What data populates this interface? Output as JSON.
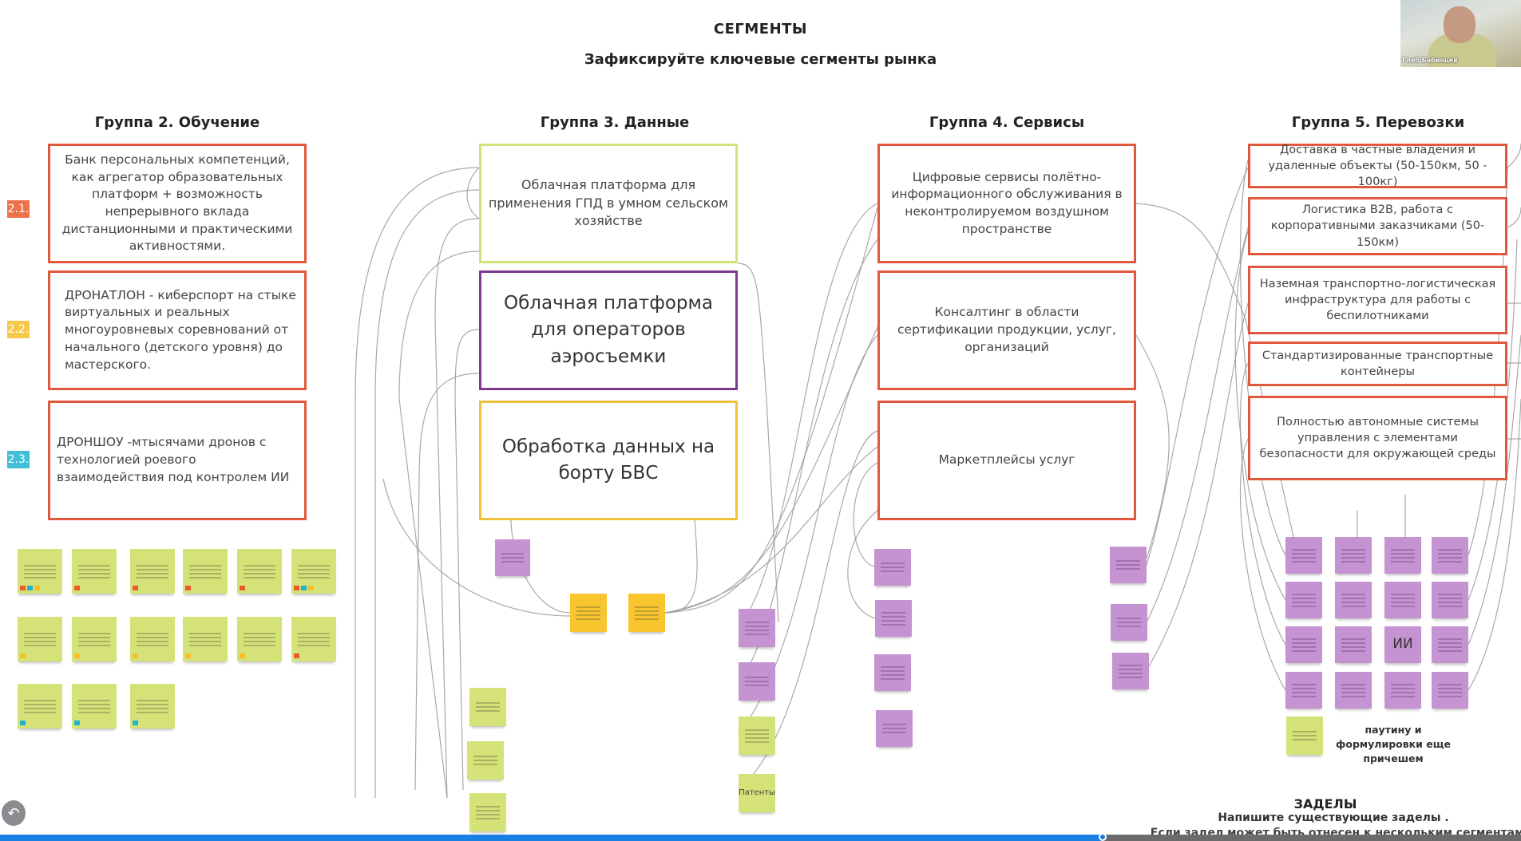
{
  "header": {
    "title": "СЕГМЕНТЫ",
    "subtitle": "Зафиксируйте ключевые сегменты рынка"
  },
  "colors": {
    "accent_red": "#e0583e",
    "accent_lime": "#d4e278",
    "accent_purple": "#7d3b8f",
    "accent_yellow": "#f0c23c",
    "tag_orange": "#ea5a2b",
    "tag_yellow": "#f6c02b",
    "tag_cyan": "#1eb3cf",
    "progress_blue": "#1a7fe3"
  },
  "groups": [
    {
      "title": "Группа 2. Обучение",
      "segments": [
        {
          "tag": "2.1.",
          "text": "Банк персональных компетенций, как агрегатор образовательных платформ + возможность непрерывного вклада дистанционными и практическими активностями."
        },
        {
          "tag": "2.2.",
          "text": "ДРОНАТЛОН  - киберспорт на стыке виртуальных и реальных многоуровневых соревнований от начального (детского уровня) до мастерского."
        },
        {
          "tag": "2.3.",
          "text": "ДРОНШОУ  -мтысячами дронов с технологией роевого взаимодействия под контролем ИИ"
        }
      ]
    },
    {
      "title": "Группа 3. Данные",
      "segments": [
        {
          "text": "Облачная платформа для применения ГПД в умном сельском хозяйстве"
        },
        {
          "text": "Облачная платформа для операторов аэросъемки"
        },
        {
          "text": "Обработка данных на борту БВС"
        }
      ]
    },
    {
      "title": "Группа 4. Сервисы",
      "segments": [
        {
          "text": "Цифровые сервисы полётно-информационного  обслуживания в неконтролируемом воздушном пространстве"
        },
        {
          "text": "Консалтинг в области сертификации продукции, услуг, организаций"
        },
        {
          "text": "Маркетплейсы услуг"
        }
      ]
    },
    {
      "title": "Группа 5. Перевозки",
      "segments": [
        {
          "text": "Доставка в частные владения и удаленные объекты (50-150км, 50 - 100кг)"
        },
        {
          "text": "Логистика B2B, работа с корпоративными заказчиками (50-150км)"
        },
        {
          "text": "Наземная транспортно-логистическая инфраструктура для работы с беспилотниками"
        },
        {
          "text": "Стандартизированные транспортные контейнеры"
        },
        {
          "text": "Полностью автономные системы управления с элементами безопасности для окружающей среды"
        }
      ]
    }
  ],
  "stickies": {
    "patents_label": "Патенты",
    "ai_label": "ИИ"
  },
  "notes": {
    "web_note": "паутину и формулировки еще причешем"
  },
  "zadely": {
    "title": "ЗАДЕЛЫ",
    "subtitle": "Напишите существующие заделы .",
    "subtitle2": "Если задел может быть отнесен к нескольким сегментам -"
  },
  "webcam": {
    "participant_name": "Глеб Бабинцев"
  },
  "controls": {
    "back_icon": "↶"
  },
  "playback": {
    "progress_fraction": 0.725
  }
}
